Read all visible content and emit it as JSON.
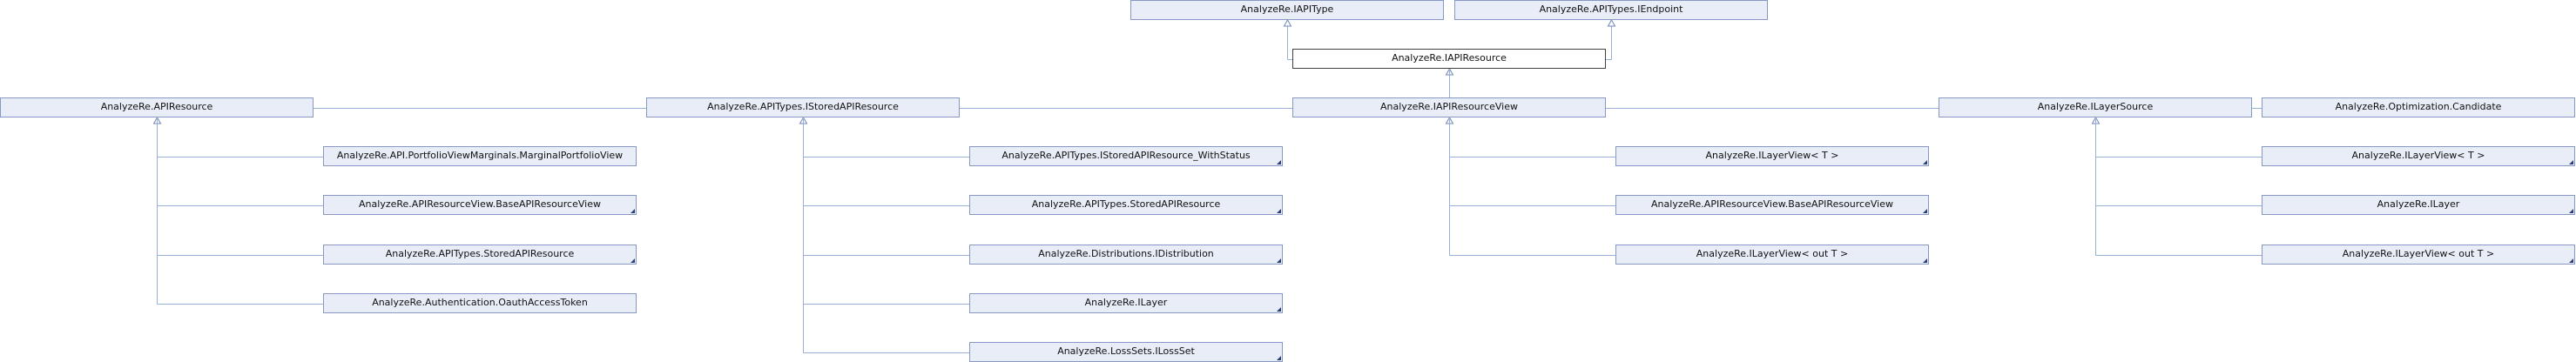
{
  "diagram": {
    "nodes": {
      "iapitype": "AnalyzeRe.IAPIType",
      "iendpoint": "AnalyzeRe.APITypes.IEndpoint",
      "iapiresource": "AnalyzeRe.IAPIResource",
      "apiresource": "AnalyzeRe.APIResource",
      "istoredapiresource": "AnalyzeRe.APITypes.IStoredAPIResource",
      "iapiresourceview": "AnalyzeRe.IAPIResourceView",
      "ilayersource": "AnalyzeRe.ILayerSource",
      "candidate": "AnalyzeRe.Optimization.Candidate",
      "marginalportfolioview": "AnalyzeRe.API.PortfolioViewMarginals.MarginalPortfolioView",
      "baseapiresourceview_a": "AnalyzeRe.APIResourceView.BaseAPIResourceView",
      "storedapiresource_a": "AnalyzeRe.APITypes.StoredAPIResource",
      "oauthaccesstoken": "AnalyzeRe.Authentication.OauthAccessToken",
      "istoredapiresource_withstatus": "AnalyzeRe.APITypes.IStoredAPIResource_WithStatus",
      "storedapiresource_b": "AnalyzeRe.APITypes.StoredAPIResource",
      "idistribution": "AnalyzeRe.Distributions.IDistribution",
      "ilayer_a": "AnalyzeRe.ILayer",
      "ilossset": "AnalyzeRe.LossSets.ILossSet",
      "ilayerview_t_a": "AnalyzeRe.ILayerView< T >",
      "baseapiresourceview_b": "AnalyzeRe.APIResourceView.BaseAPIResourceView",
      "ilayerview_out_t_a": "AnalyzeRe.ILayerView< out T >",
      "ilayerview_t_b": "AnalyzeRe.ILayerView< T >",
      "ilayer_b": "AnalyzeRe.ILayer",
      "ilayerview_out_t_b": "AnalyzeRe.ILayerView< out T >"
    },
    "edges": [
      [
        "iapiresource",
        "iapitype"
      ],
      [
        "iapiresource",
        "iendpoint"
      ],
      [
        "apiresource",
        "iapiresource"
      ],
      [
        "istoredapiresource",
        "iapiresource"
      ],
      [
        "iapiresourceview",
        "iapiresource"
      ],
      [
        "ilayersource",
        "iapiresource"
      ],
      [
        "candidate",
        "iapiresource"
      ],
      [
        "marginalportfolioview",
        "apiresource"
      ],
      [
        "baseapiresourceview_a",
        "apiresource"
      ],
      [
        "storedapiresource_a",
        "apiresource"
      ],
      [
        "oauthaccesstoken",
        "apiresource"
      ],
      [
        "istoredapiresource_withstatus",
        "istoredapiresource"
      ],
      [
        "storedapiresource_b",
        "istoredapiresource"
      ],
      [
        "idistribution",
        "istoredapiresource"
      ],
      [
        "ilayer_a",
        "istoredapiresource"
      ],
      [
        "ilossset",
        "istoredapiresource"
      ],
      [
        "ilayerview_t_a",
        "iapiresourceview"
      ],
      [
        "baseapiresourceview_b",
        "iapiresourceview"
      ],
      [
        "ilayerview_out_t_a",
        "iapiresourceview"
      ],
      [
        "ilayerview_t_b",
        "ilayersource"
      ],
      [
        "ilayer_b",
        "ilayersource"
      ],
      [
        "ilayerview_out_t_b",
        "ilayersource"
      ]
    ],
    "colors": {
      "node_fill": "#e8edf7",
      "node_border": "#8898c4",
      "root_border": "#404040",
      "edge": "#99b0d8",
      "arrow": "#6f86b8"
    }
  }
}
